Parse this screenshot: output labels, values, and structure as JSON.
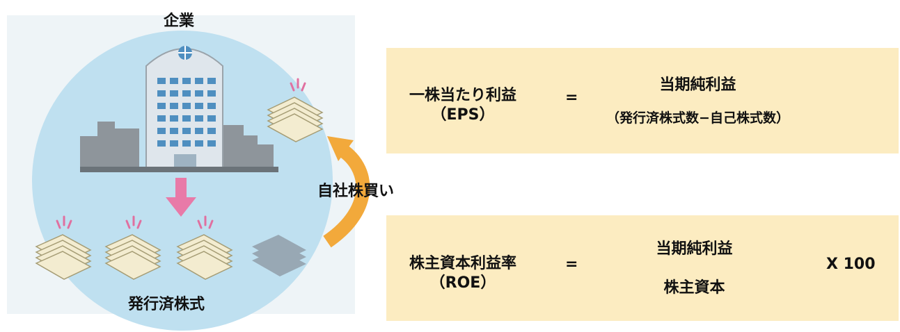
{
  "left": {
    "company_label": "企業",
    "buyback_label": "自社株買い",
    "shares_label": "発行済株式"
  },
  "eps": {
    "name_line1": "一株当たり利益",
    "name_line2": "（EPS）",
    "equals": "=",
    "numerator": "当期純利益",
    "denominator": "（発行済株式数−自己株式数）"
  },
  "roe": {
    "name_line1": "株主資本利益率",
    "name_line2": "（ROE）",
    "equals": "=",
    "numerator": "当期純利益",
    "denominator": "株主資本",
    "multiplier": "X 100"
  },
  "colors": {
    "circle": "#bfe0f0",
    "up_arrow": "#e8262a",
    "down_arrow": "#2f86c8",
    "buyback_arrow": "#f2a93b",
    "pink_arrow": "#e87aa8",
    "panel": "#fcecc1"
  },
  "icons": [
    "building-icon",
    "city-skyline-icon",
    "stock-certificate-icon",
    "up-arrow-icon",
    "down-arrow-icon"
  ]
}
